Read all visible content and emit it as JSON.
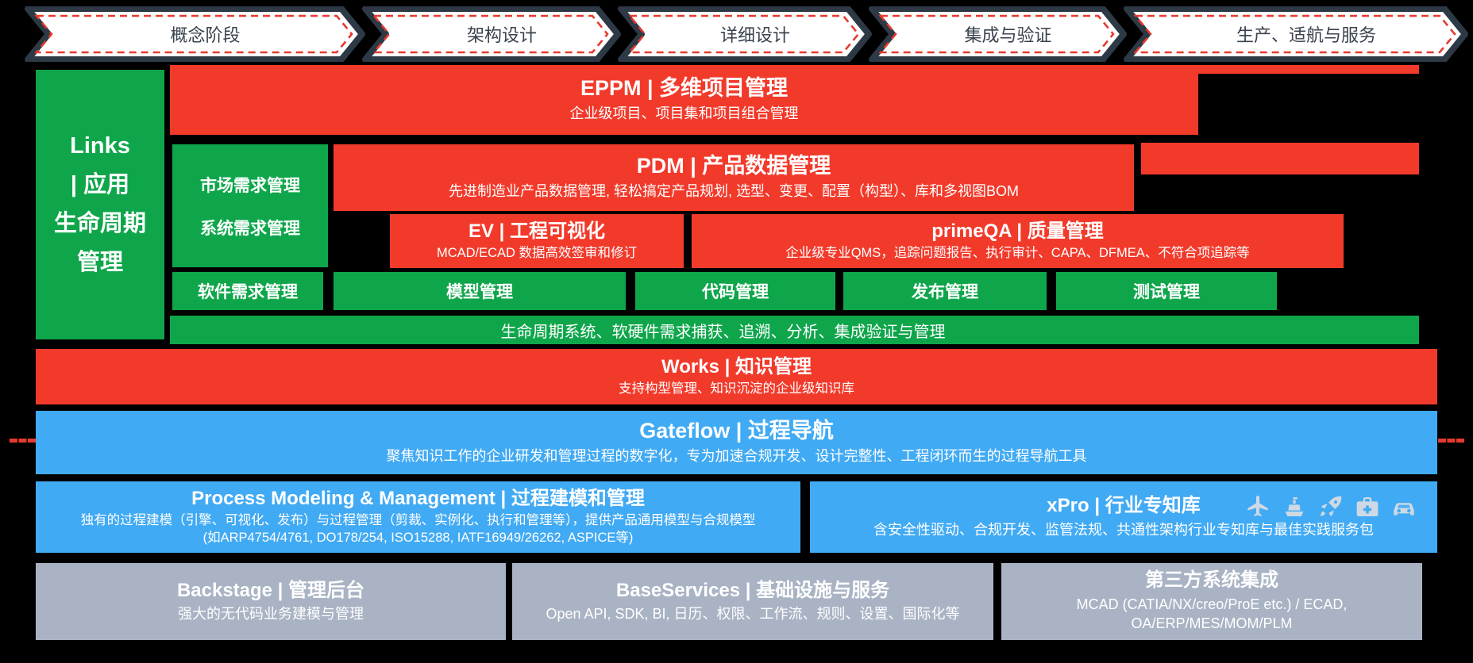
{
  "colors": {
    "red": "#F23A2B",
    "green": "#0FA64B",
    "blue": "#41AAF4",
    "gray": "#A9B3C4",
    "chevron_border": "#2D3945",
    "chevron_dash": "#E63A2E",
    "chevron_fill": "#FFFFFF"
  },
  "phases": [
    "概念阶段",
    "架构设计",
    "详细设计",
    "集成与验证",
    "生产、适航与服务"
  ],
  "links_column": {
    "lines": [
      "Links",
      "| 应用",
      "生命周期",
      "管理"
    ]
  },
  "blocks": {
    "eppm": {
      "title": "EPPM | 多维项目管理",
      "subtitle": "企业级项目、项目集和项目组合管理"
    },
    "market_req": {
      "line1": "市场需求管理",
      "line2": "系统需求管理"
    },
    "pdm": {
      "title": "PDM | 产品数据管理",
      "subtitle": "先进制造业产品数据管理, 轻松搞定产品规划, 选型、变更、配置（构型）、库和多视图BOM"
    },
    "ev": {
      "title": "EV | 工程可视化",
      "subtitle": "MCAD/ECAD 数据高效签审和修订"
    },
    "primeqa": {
      "title": "primeQA | 质量管理",
      "subtitle": "企业级专业QMS，追踪问题报告、执行审计、CAPA、DFMEA、不符合项追踪等"
    },
    "software_req": "软件需求管理",
    "model_mgmt": "模型管理",
    "code_mgmt": "代码管理",
    "release_mgmt": "发布管理",
    "test_mgmt": "测试管理",
    "lifecycle_strip": "生命周期系统、软硬件需求捕获、追溯、分析、集成验证与管理",
    "works": {
      "title": "Works | 知识管理",
      "subtitle": "支持构型管理、知识沉淀的企业级知识库"
    },
    "gateflow": {
      "title": "Gateflow | 过程导航",
      "subtitle": "聚焦知识工作的企业研发和管理过程的数字化，专为加速合规开发、设计完整性、工程闭环而生的过程导航工具"
    },
    "pmm": {
      "title": "Process Modeling & Management | 过程建模和管理",
      "subtitle_line1": "独有的过程建模（引擎、可视化、发布）与过程管理（剪裁、实例化、执行和管理等），提供产品通用模型与合规模型",
      "subtitle_line2": "(如ARP4754/4761, DO178/254, ISO15288, IATF16949/26262, ASPICE等)"
    },
    "xpro": {
      "title": "xPro | 行业专知库",
      "subtitle": "含安全性驱动、合规开发、监管法规、共通性架构行业专知库与最佳实践服务包",
      "icons": [
        "airplane-icon",
        "ship-icon",
        "rocket-icon",
        "first-aid-icon",
        "car-icon"
      ]
    },
    "backstage": {
      "title": "Backstage | 管理后台",
      "subtitle": "强大的无代码业务建模与管理"
    },
    "baseservices": {
      "title": "BaseServices | 基础设施与服务",
      "subtitle": "Open API, SDK, BI, 日历、权限、工作流、规则、设置、国际化等"
    },
    "thirdparty": {
      "title": "第三方系统集成",
      "subtitle_line1": "MCAD (CATIA/NX/creo/ProE etc.) / ECAD,",
      "subtitle_line2": "OA/ERP/MES/MOM/PLM"
    }
  }
}
